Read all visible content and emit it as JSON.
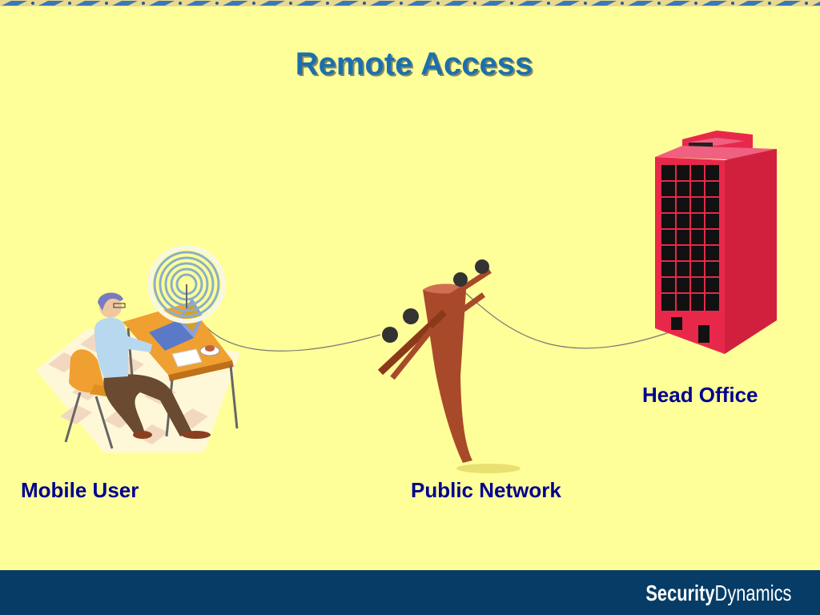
{
  "slide": {
    "title": "Remote Access",
    "labels": {
      "mobile_user": "Mobile User",
      "public_network": "Public Network",
      "head_office": "Head Office"
    }
  },
  "footer": {
    "brand_bold": "Security",
    "brand_light": "Dynamics"
  },
  "colors": {
    "background": "#ffff99",
    "title": "#1c6fae",
    "label": "#000090",
    "footer": "#063c66",
    "building": "#e8284a",
    "pole": "#a84a2a"
  },
  "icons": [
    "mobile-user-illustration",
    "wireless-signal-icon",
    "utility-pole-icon",
    "office-building-icon"
  ]
}
